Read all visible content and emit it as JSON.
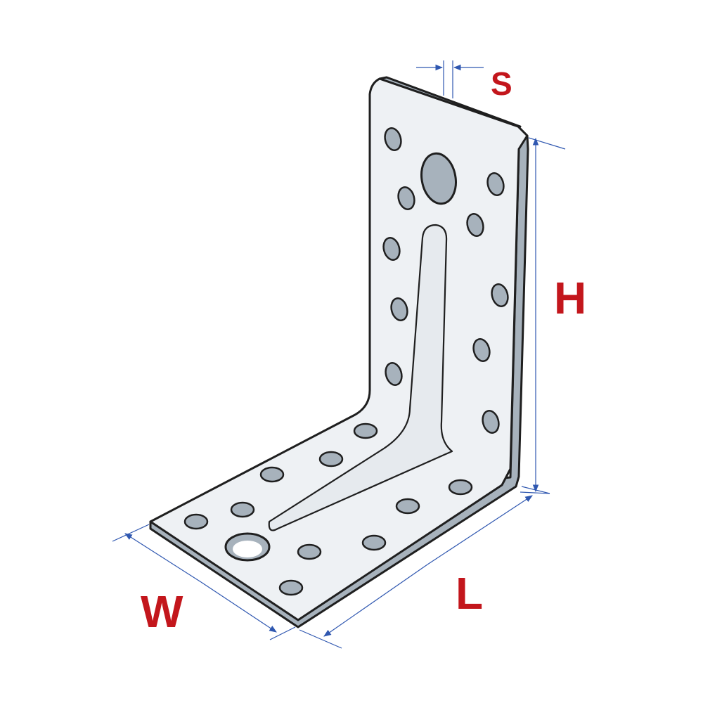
{
  "labels": {
    "s": "S",
    "h": "H",
    "w": "W",
    "l": "L"
  },
  "colors": {
    "label": "#c3161c",
    "dimension_line": "#2f57b0",
    "plate_face": "#eef1f4",
    "plate_edge": "#a7b2bc",
    "outline": "#1f1f1f"
  }
}
